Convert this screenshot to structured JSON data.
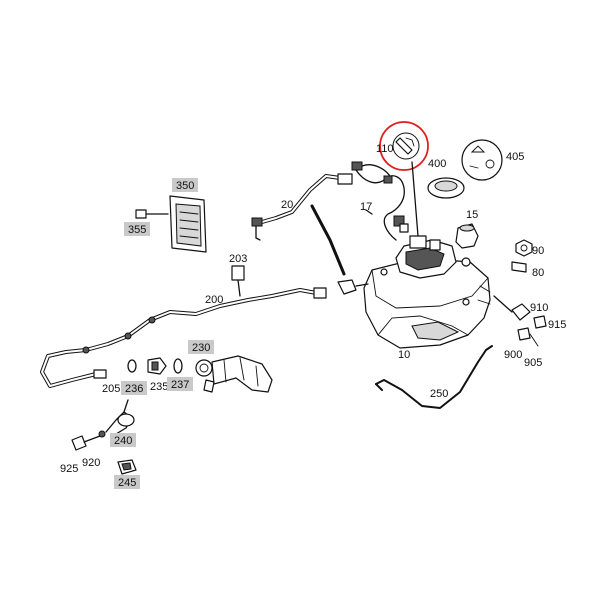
{
  "labels": {
    "p10": "10",
    "p15": "15",
    "p17": "17",
    "p20": "20",
    "p80": "80",
    "p90": "90",
    "p110": "110",
    "p200": "200",
    "p203": "203",
    "p205": "205",
    "p230": "230",
    "p235": "235",
    "p236": "236",
    "p237": "237",
    "p240": "240",
    "p245": "245",
    "p250": "250",
    "p350": "350",
    "p355": "355",
    "p400": "400",
    "p405": "405",
    "p900": "900",
    "p905": "905",
    "p910": "910",
    "p915": "915",
    "p920": "920",
    "p925": "925"
  },
  "highlight": {
    "target": "110",
    "color": "#e02020"
  },
  "colors": {
    "tag_background": "#c9c9c9",
    "line": "#111111"
  }
}
